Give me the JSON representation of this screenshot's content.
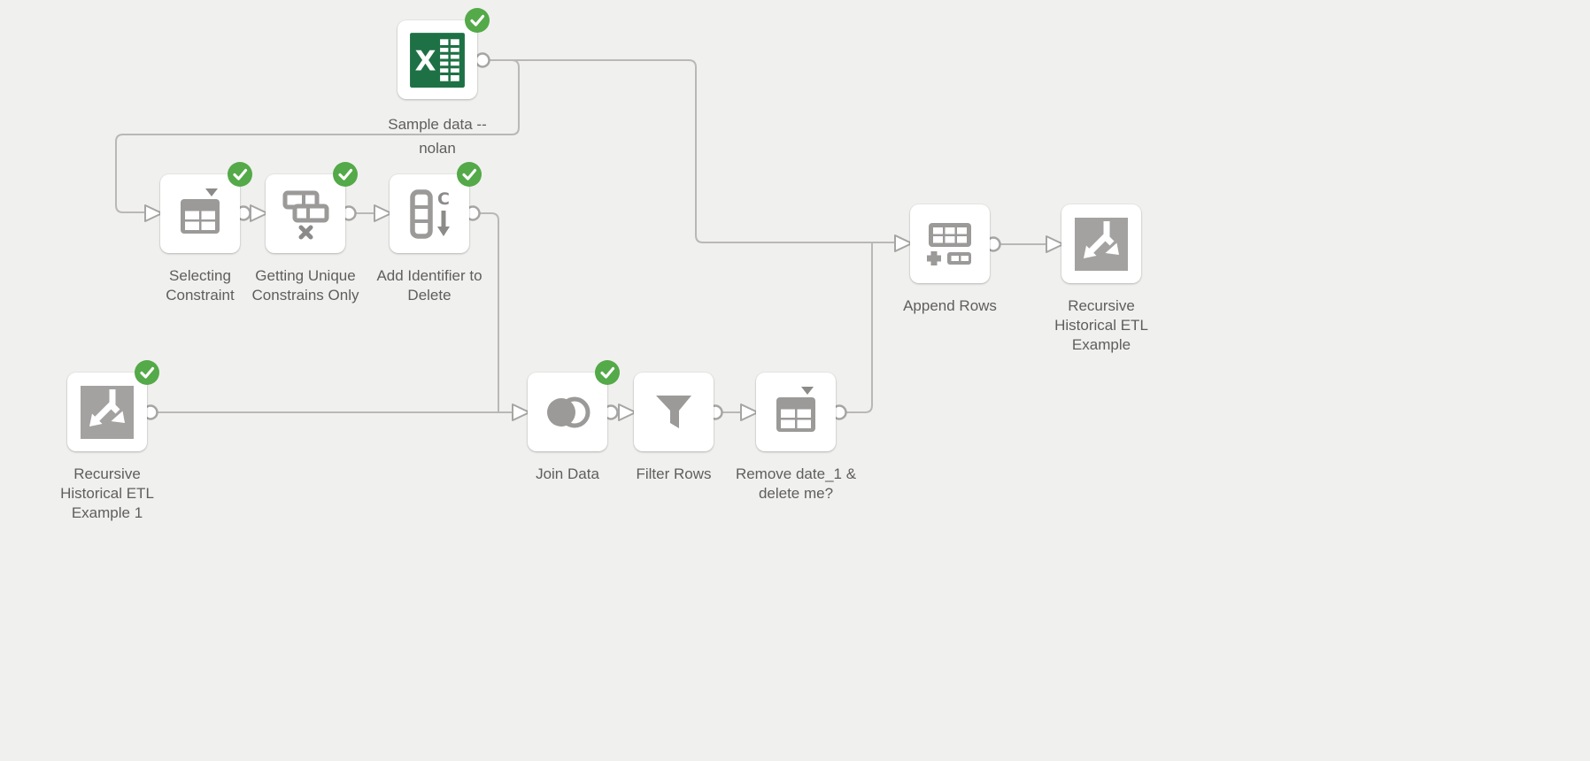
{
  "flow": {
    "colors": {
      "background": "#f0f0ee",
      "node_fill": "#ffffff",
      "connector_gray": "#b9b8b6",
      "icon_gray": "#9b9a98",
      "label_text": "#5f5e5c",
      "success_badge_green": "#54a948",
      "excel_green": "#1e7145"
    },
    "nodes": [
      {
        "id": "sample-data-nolan",
        "type": "excel-input",
        "status": "completed",
        "label": "Sample data -- nolan",
        "label_lines": [
          "Sample data --",
          "nolan"
        ]
      },
      {
        "id": "selecting-constraint",
        "type": "table-select",
        "status": "completed",
        "label": "Selecting Constraint",
        "label_lines": [
          "Selecting",
          "Constraint"
        ]
      },
      {
        "id": "getting-unique-constrains-only",
        "type": "remove-duplicates",
        "status": "completed",
        "label": "Getting Unique Constrains Only",
        "label_lines": [
          "Getting Unique",
          "Constrains Only"
        ]
      },
      {
        "id": "add-identifier-to-delete",
        "type": "add-column",
        "status": "completed",
        "label": "Add Identifier to Delete",
        "label_lines": [
          "Add Identifier to",
          "Delete"
        ]
      },
      {
        "id": "recursive-historical-etl-example-1",
        "type": "branch-output",
        "status": "completed",
        "label": "Recursive Historical ETL Example 1",
        "label_lines": [
          "Recursive",
          "Historical ETL",
          "Example 1"
        ]
      },
      {
        "id": "join-data",
        "type": "join",
        "status": "completed",
        "label": "Join Data",
        "label_lines": [
          "Join Data"
        ]
      },
      {
        "id": "filter-rows",
        "type": "filter",
        "status": "none",
        "label": "Filter Rows",
        "label_lines": [
          "Filter Rows"
        ]
      },
      {
        "id": "remove-date-1-delete-me",
        "type": "table-select",
        "status": "none",
        "label": "Remove date_1 & delete me?",
        "label_lines": [
          "Remove date_1 &",
          "delete me?"
        ]
      },
      {
        "id": "append-rows",
        "type": "union-append",
        "status": "none",
        "label": "Append Rows",
        "label_lines": [
          "Append Rows"
        ]
      },
      {
        "id": "recursive-historical-etl-example",
        "type": "branch-output",
        "status": "none",
        "label": "Recursive Historical ETL Example",
        "label_lines": [
          "Recursive",
          "Historical ETL",
          "Example"
        ]
      }
    ],
    "connections": [
      {
        "from": "sample-data-nolan",
        "to": "selecting-constraint"
      },
      {
        "from": "sample-data-nolan",
        "to": "append-rows"
      },
      {
        "from": "selecting-constraint",
        "to": "getting-unique-constrains-only"
      },
      {
        "from": "getting-unique-constrains-only",
        "to": "add-identifier-to-delete"
      },
      {
        "from": "add-identifier-to-delete",
        "to": "join-data"
      },
      {
        "from": "recursive-historical-etl-example-1",
        "to": "join-data"
      },
      {
        "from": "join-data",
        "to": "filter-rows"
      },
      {
        "from": "filter-rows",
        "to": "remove-date-1-delete-me"
      },
      {
        "from": "remove-date-1-delete-me",
        "to": "append-rows"
      },
      {
        "from": "append-rows",
        "to": "recursive-historical-etl-example"
      }
    ]
  }
}
